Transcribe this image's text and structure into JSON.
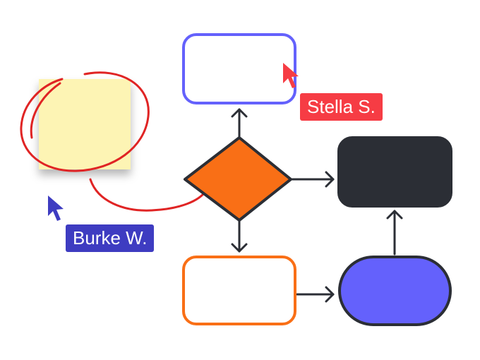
{
  "canvas": {
    "background": "#ffffff"
  },
  "colors": {
    "purple": "#6461fc",
    "orange": "#f96f16",
    "dark": "#2b2e35",
    "sticky": "#fdf4b4",
    "red_ink": "#e02424",
    "stroke": "#2b2e35",
    "white": "#ffffff"
  },
  "diagram": {
    "shapes": [
      {
        "id": "top-rectangle",
        "kind": "rounded-rectangle",
        "fill": "#ffffff",
        "stroke": "#6461fc"
      },
      {
        "id": "decision-diamond",
        "kind": "diamond",
        "fill": "#f96f16",
        "stroke": "#2b2e35"
      },
      {
        "id": "right-rectangle",
        "kind": "rounded-rectangle",
        "fill": "#2b2e35",
        "stroke": "#2b2e35"
      },
      {
        "id": "bottom-rectangle",
        "kind": "rounded-rectangle",
        "fill": "#ffffff",
        "stroke": "#f96f16"
      },
      {
        "id": "bottom-right-pill",
        "kind": "pill",
        "fill": "#6461fc",
        "stroke": "#2b2e35"
      },
      {
        "id": "sticky-note",
        "kind": "sticky-note",
        "fill": "#fdf4b4"
      }
    ],
    "connectors": [
      {
        "from": "decision-diamond",
        "to": "top-rectangle"
      },
      {
        "from": "decision-diamond",
        "to": "right-rectangle"
      },
      {
        "from": "decision-diamond",
        "to": "bottom-rectangle"
      },
      {
        "from": "bottom-rectangle",
        "to": "bottom-right-pill"
      },
      {
        "from": "bottom-right-pill",
        "to": "right-rectangle"
      }
    ]
  },
  "collaborators": [
    {
      "name": "Stella S.",
      "color": "#f63c44",
      "icon": "cursor-arrow-icon"
    },
    {
      "name": "Burke W.",
      "color": "#3e3cc1",
      "icon": "cursor-arrow-icon"
    }
  ]
}
